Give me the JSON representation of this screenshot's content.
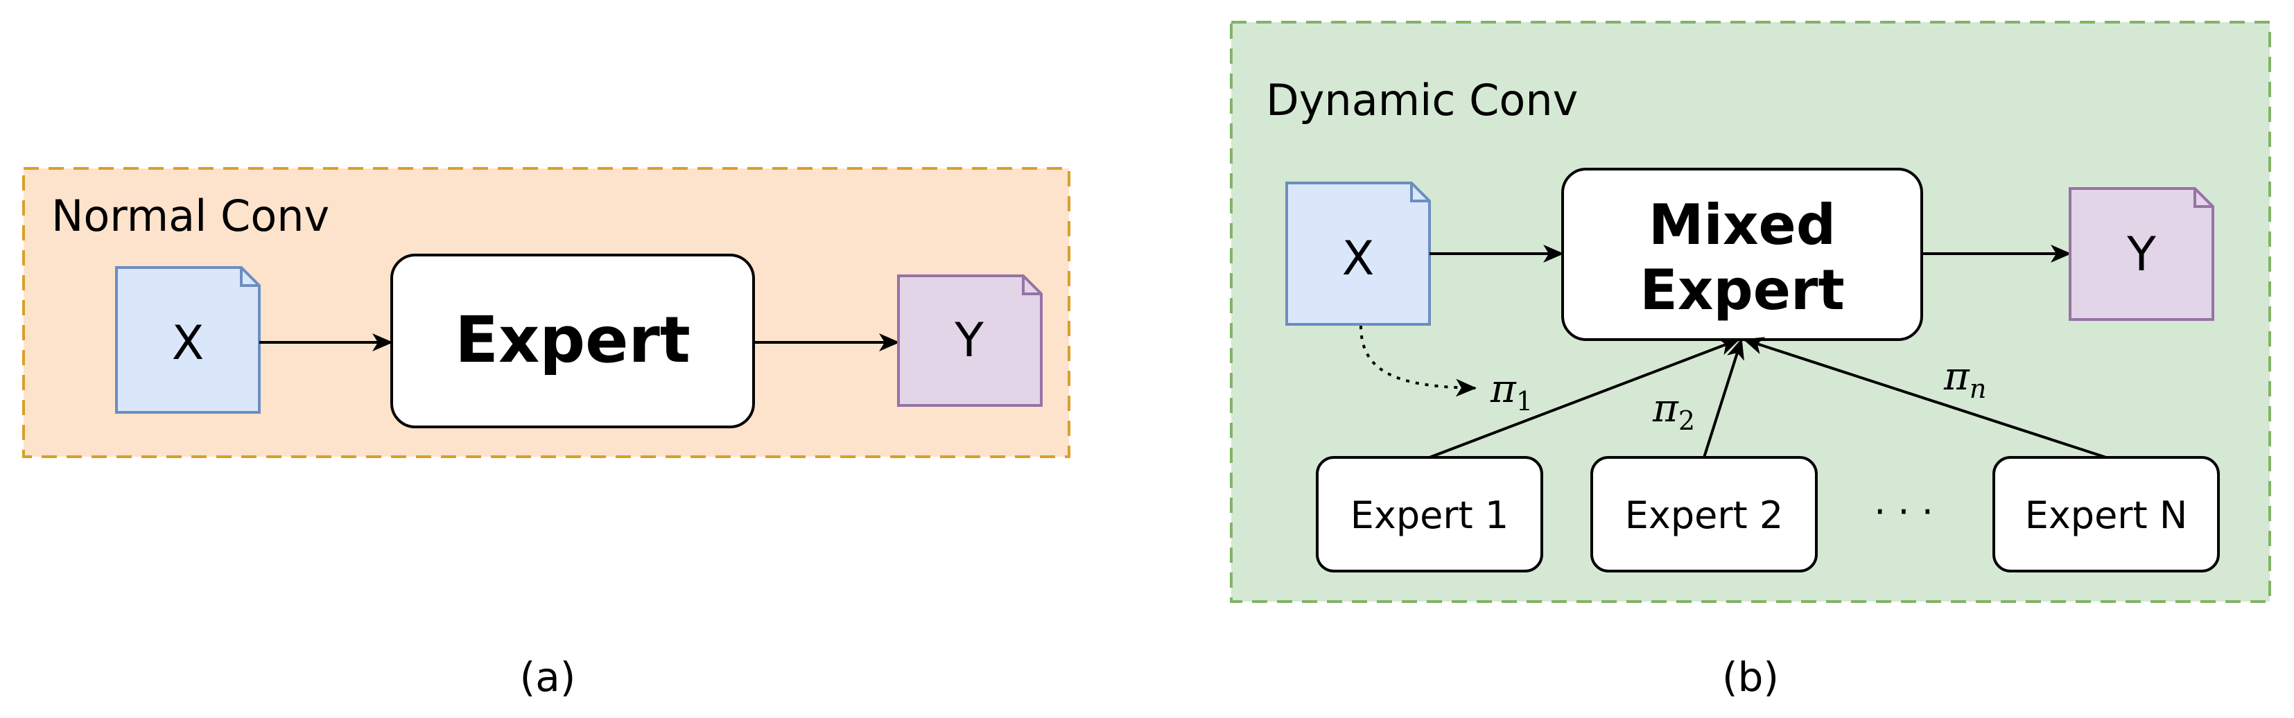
{
  "panel_a": {
    "title": "Normal Conv",
    "input_label": "X",
    "expert_label": "Expert",
    "output_label": "Y",
    "caption": "(a)",
    "colors": {
      "panel_fill": "#fde3cc",
      "panel_border": "#d8a02a",
      "input_fill": "#dae7fb",
      "input_border": "#6c8ebf",
      "output_fill": "#e1d5e7",
      "output_border": "#9673a6"
    }
  },
  "panel_b": {
    "title": "Dynamic Conv",
    "input_label": "X",
    "mixed_expert_line1": "Mixed",
    "mixed_expert_line2": "Expert",
    "output_label": "Y",
    "experts": [
      {
        "label": "Expert 1"
      },
      {
        "label": "Expert 2"
      },
      {
        "label": "Expert N"
      }
    ],
    "ellipsis": "· · ·",
    "weights": {
      "pi1": {
        "symbol": "π",
        "sub": "1"
      },
      "pi2": {
        "symbol": "π",
        "sub": "2"
      },
      "pin": {
        "symbol": "π",
        "sub": "n"
      }
    },
    "caption": "(b)",
    "colors": {
      "panel_fill": "#d5e8d4",
      "panel_border": "#82b366"
    }
  }
}
